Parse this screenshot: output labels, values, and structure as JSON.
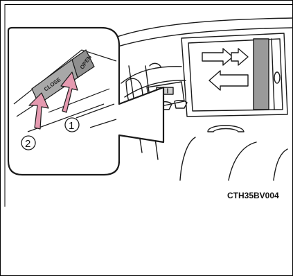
{
  "figure": {
    "code": "CTH35BV004",
    "buttons": {
      "open_label": "OPEN",
      "close_label": "CLOSE"
    },
    "steps": [
      {
        "number": "1",
        "action": "open"
      },
      {
        "number": "2",
        "action": "close"
      }
    ],
    "colors": {
      "arrow_fill": "#e59ab0",
      "button_fill": "#8f8f8f",
      "line": "#1a1a1a"
    }
  }
}
